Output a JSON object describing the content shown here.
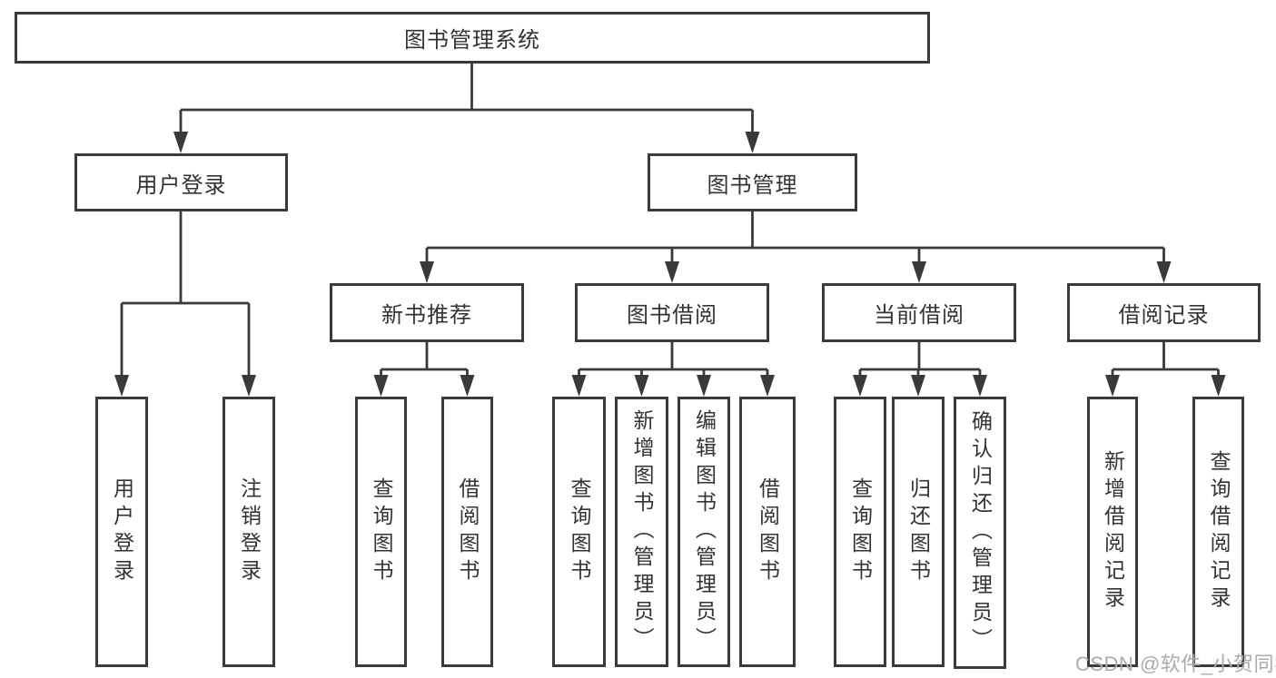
{
  "watermark": "CSDN @软件_小贺同学",
  "colors": {
    "line": "#3a3a3a",
    "box_border": "#3a3a3a",
    "text": "#333333",
    "background": "#ffffff",
    "watermark": "#ababab"
  },
  "tree": {
    "root": {
      "label": "图书管理系统"
    },
    "level2": [
      {
        "label": "用户登录",
        "children": [
          {
            "label": "用户登录"
          },
          {
            "label": "注销登录"
          }
        ]
      },
      {
        "label": "图书管理",
        "children": [
          {
            "label": "新书推荐",
            "children": [
              {
                "label": "查询图书"
              },
              {
                "label": "借阅图书"
              }
            ]
          },
          {
            "label": "图书借阅",
            "children": [
              {
                "label": "查询图书"
              },
              {
                "label": "新增图书（管理员）"
              },
              {
                "label": "编辑图书（管理员）"
              },
              {
                "label": "借阅图书"
              }
            ]
          },
          {
            "label": "当前借阅",
            "children": [
              {
                "label": "查询图书"
              },
              {
                "label": "归还图书"
              },
              {
                "label": "确认归还（管理员）"
              }
            ]
          },
          {
            "label": "借阅记录",
            "children": [
              {
                "label": "新增借阅记录"
              },
              {
                "label": "查询借阅记录"
              }
            ]
          }
        ]
      }
    ]
  }
}
